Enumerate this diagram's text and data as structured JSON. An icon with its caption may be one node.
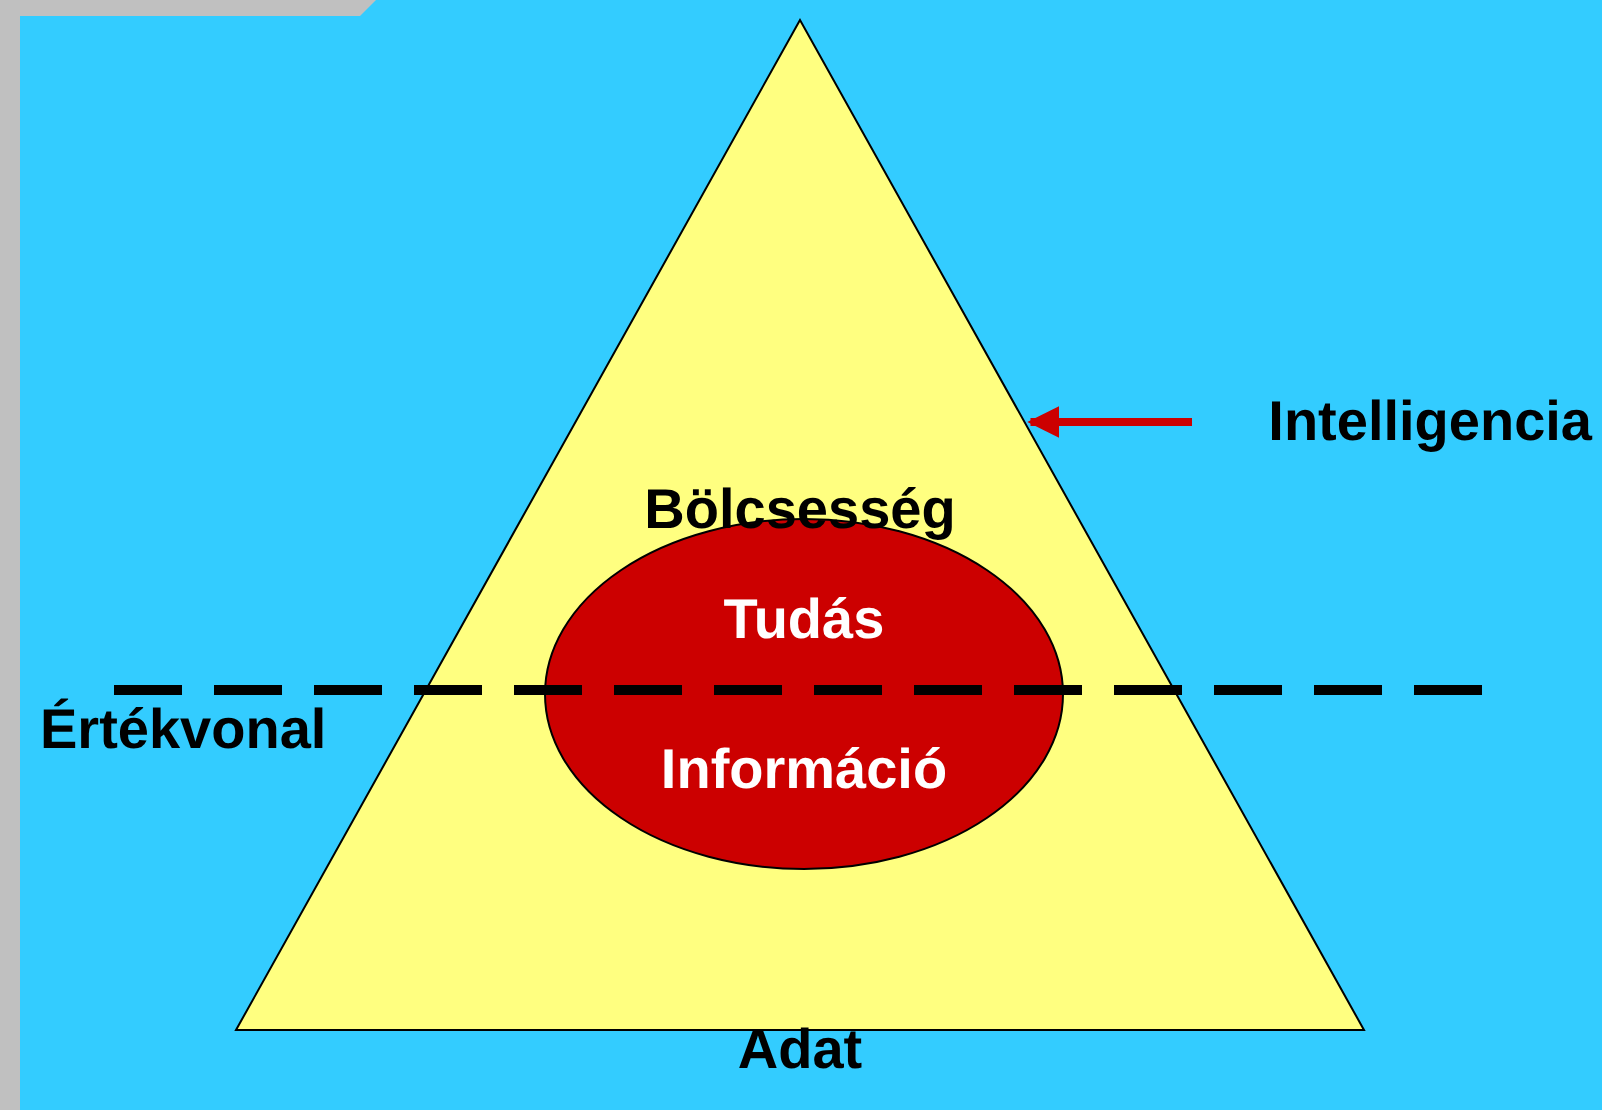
{
  "diagram": {
    "nodes": [
      {
        "text": [
          "Bölcsesség",
          "Adat"
        ]
      },
      {
        "text": [
          "Tudás",
          "Információ"
        ],
        "in": 0
      },
      {
        "text": [
          "Intelligencia"
        ]
      }
    ],
    "edges": [
      {
        "from": 2,
        "to": 0,
        "arrow": "to",
        "color": "#cc0000"
      }
    ],
    "labels": [
      "Értékvonal"
    ]
  }
}
